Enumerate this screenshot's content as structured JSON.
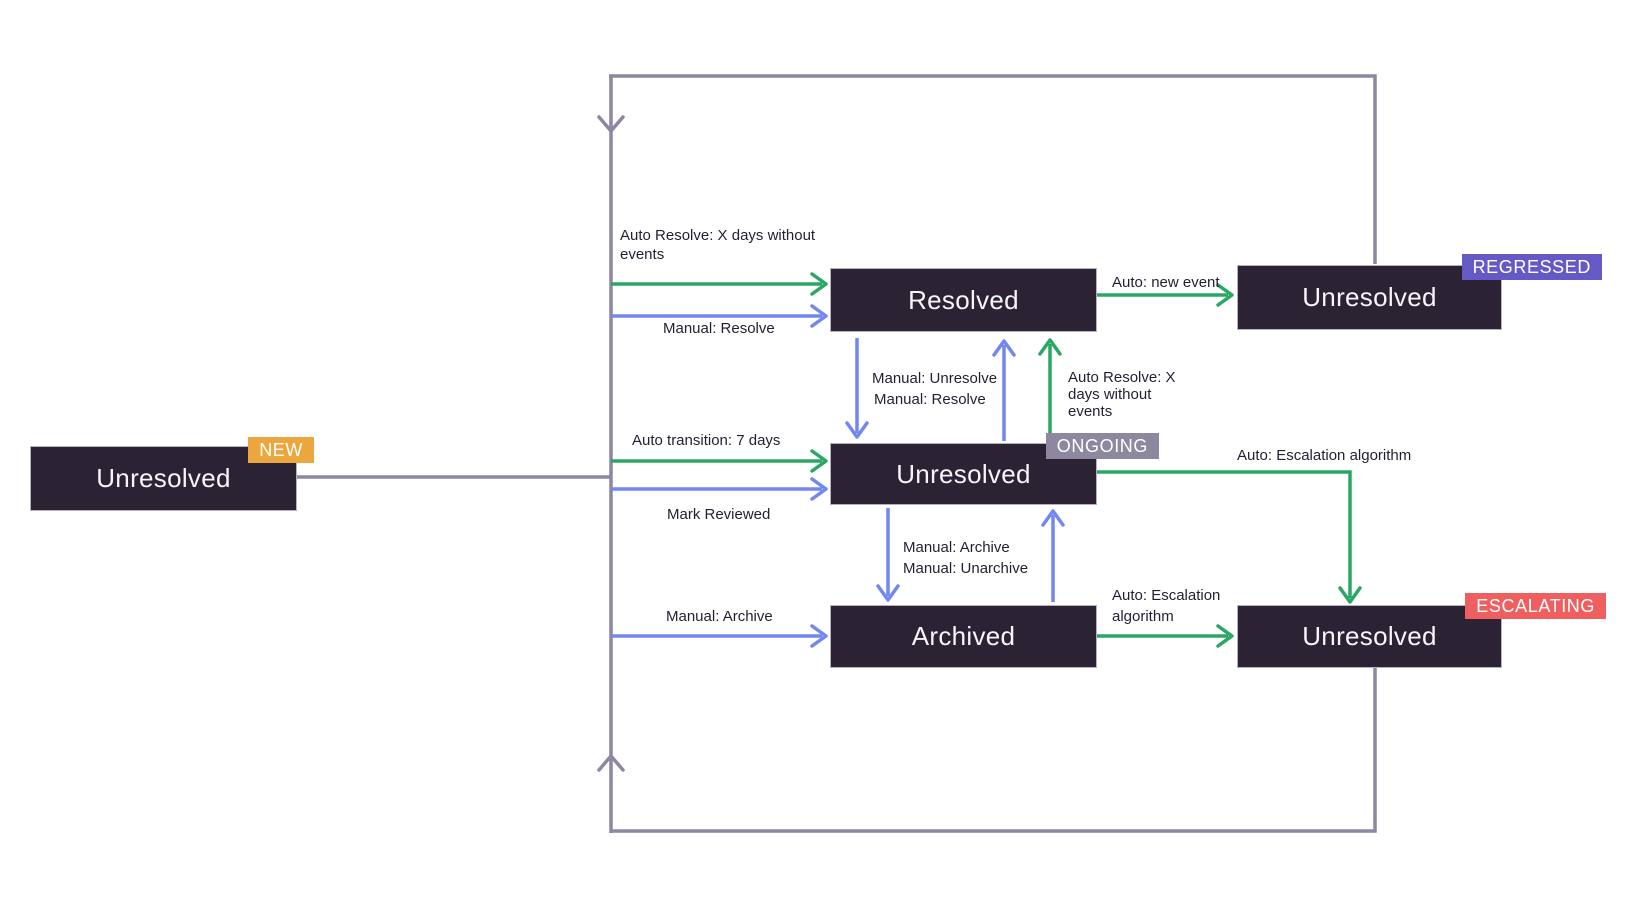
{
  "diagram": {
    "nodes": {
      "new": {
        "label": "Unresolved",
        "badge": "NEW"
      },
      "resolved": {
        "label": "Resolved"
      },
      "regressed": {
        "label": "Unresolved",
        "badge": "REGRESSED"
      },
      "ongoing": {
        "label": "Unresolved",
        "badge": "ONGOING"
      },
      "archived": {
        "label": "Archived"
      },
      "escalating": {
        "label": "Unresolved",
        "badge": "ESCALATING"
      }
    },
    "edge_labels": {
      "auto_resolve_left": {
        "lines": [
          "Auto Resolve: X days without",
          "events"
        ]
      },
      "manual_resolve_left": "Manual: Resolve",
      "auto_transition": "Auto transition: 7 days",
      "mark_reviewed": "Mark Reviewed",
      "manual_archive_left": "Manual: Archive",
      "manual_unresolve": "Manual: Unresolve",
      "manual_resolve_mid": "Manual: Resolve",
      "auto_resolve_mid": {
        "lines": [
          "Auto Resolve: X",
          "days without",
          "events"
        ]
      },
      "auto_new_event": "Auto: new event",
      "manual_archive_pair": {
        "lines": [
          "Manual: Archive",
          "Manual: Unarchive"
        ]
      },
      "auto_escalation_top": "Auto: Escalation algorithm",
      "auto_escalation_bottom": {
        "lines": [
          "Auto: Escalation",
          "algorithm"
        ]
      }
    },
    "colors": {
      "node_bg": "#2b2233",
      "node_text": "#f6f5fa",
      "green": "#2aa764",
      "blue": "#7287f0",
      "purple": "#8e86a2",
      "badge_new": "#eba63e",
      "badge_regressed": "#6459c5",
      "badge_ongoing": "#8d87a0",
      "badge_escalating": "#ef5f5f",
      "label_text": "#251e33",
      "background": "#ffffff"
    }
  }
}
